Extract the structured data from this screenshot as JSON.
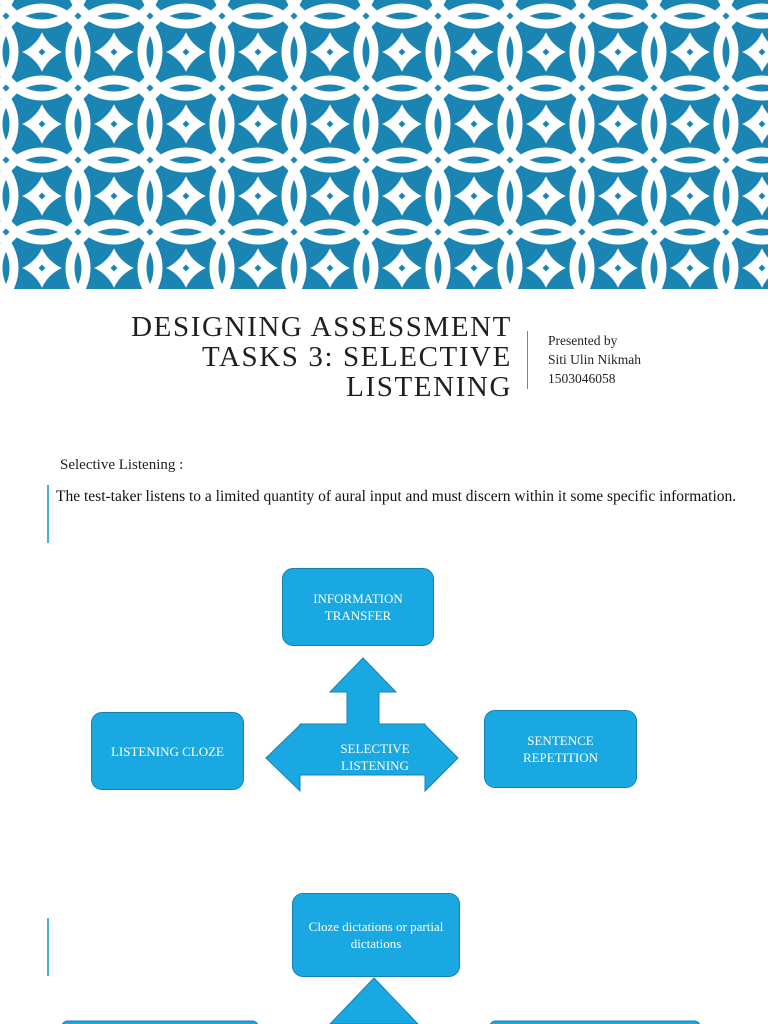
{
  "colors": {
    "banner_bg": "#1a85b3",
    "banner_pattern": "#ffffff",
    "accent": "#2aa1d3",
    "box_fill": "#1aa8e2",
    "box_border": "#1682b3"
  },
  "title_slide": {
    "title_lines": [
      "DESIGNING ASSESSMENT",
      "TASKS 3: SELECTIVE",
      "LISTENING"
    ],
    "presenter_lines": [
      "Presented by",
      "Siti Ulin Nikmah",
      "1503046058"
    ]
  },
  "content": {
    "sub_heading": "Selective Listening :",
    "definition": "The test-taker listens to a limited quantity of aural input and must discern within it some specific information."
  },
  "diagram": {
    "center": "SELECTIVE LISTENING",
    "top": "INFORMATION TRANSFER",
    "left": "LISTENING CLOZE",
    "right": "SENTENCE REPETITION"
  },
  "diagram2": {
    "top": "Cloze dictations or partial dictations"
  },
  "icons": {
    "banner": "interlocking-circle-pattern",
    "center_arrow": "three-way-arrow-icon"
  }
}
